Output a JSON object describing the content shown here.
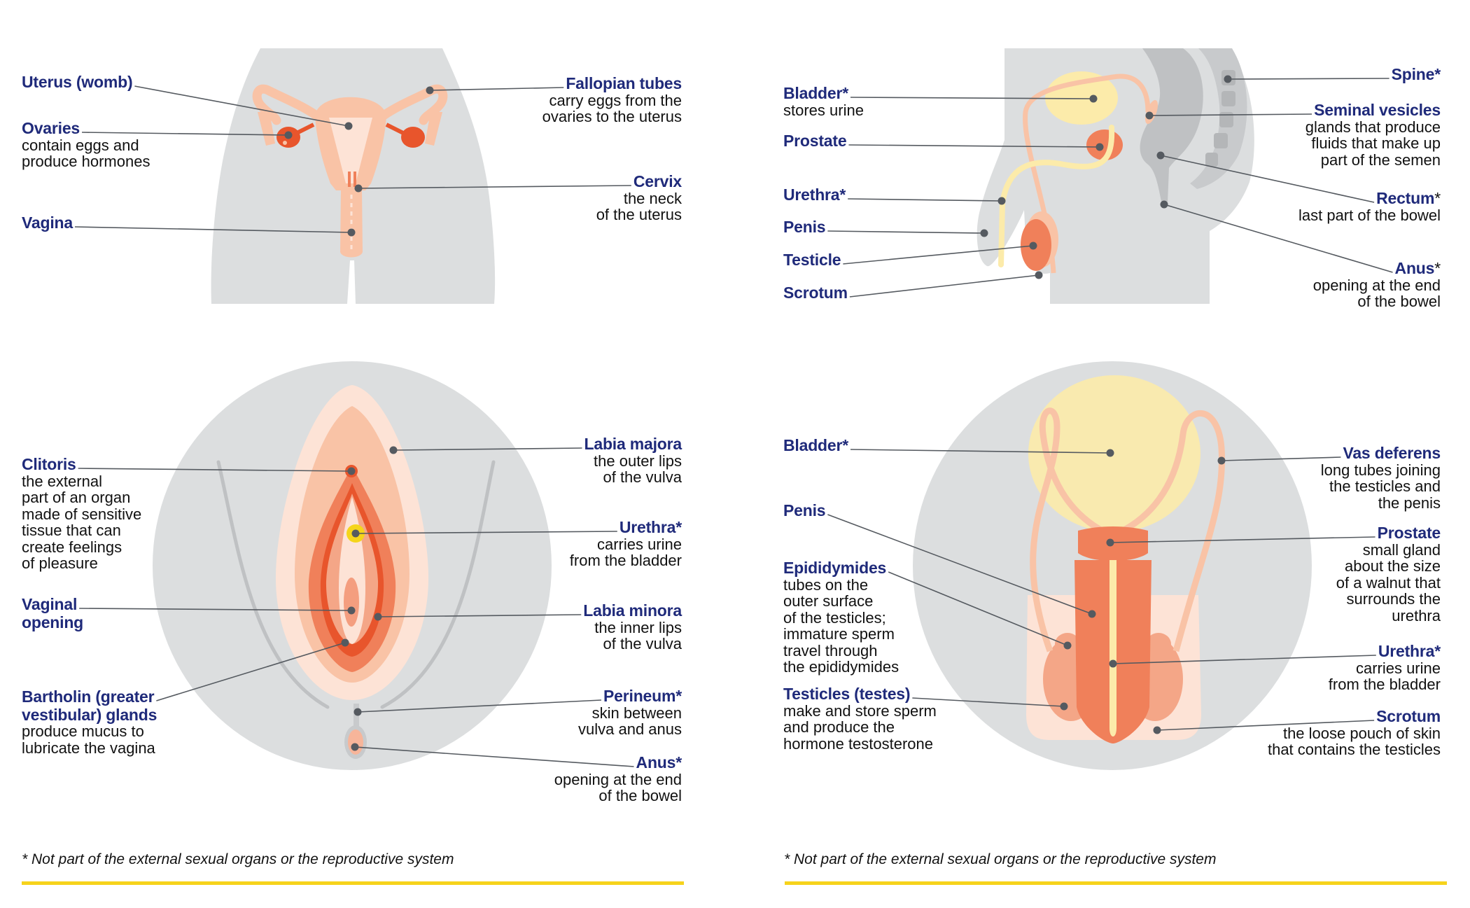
{
  "colors": {
    "title_blue": "#1f2a7a",
    "body_grey": "#dcdedf",
    "dark_grey": "#bfc1c3",
    "peach": "#f9c3a6",
    "light_peach": "#fde3d6",
    "orange": "#f0805a",
    "red_orange": "#e8552c",
    "yellow_bladder": "#fcebaa",
    "urethra_yellow": "#f5d51b",
    "accent_rule": "#f6d31c",
    "leader": "#555a60"
  },
  "panels": {
    "female_internal": {
      "labels": [
        {
          "id": "uterus",
          "title": "Uterus (womb)",
          "asterisk": "",
          "desc": []
        },
        {
          "id": "ovaries",
          "title": "Ovaries",
          "asterisk": "",
          "desc": [
            "contain eggs and",
            "produce hormones"
          ]
        },
        {
          "id": "vagina",
          "title": "Vagina",
          "asterisk": "",
          "desc": []
        },
        {
          "id": "fallopian",
          "title": "Fallopian tubes",
          "asterisk": "",
          "desc": [
            "carry eggs from the",
            "ovaries to the uterus"
          ]
        },
        {
          "id": "cervix",
          "title": "Cervix",
          "asterisk": "",
          "desc": [
            "the neck",
            "of the uterus"
          ]
        }
      ]
    },
    "male_internal": {
      "labels": [
        {
          "id": "bladder",
          "title": "Bladder",
          "asterisk": "*",
          "desc": [
            "stores urine"
          ]
        },
        {
          "id": "prostate",
          "title": "Prostate",
          "asterisk": "",
          "desc": []
        },
        {
          "id": "urethra",
          "title": "Urethra",
          "asterisk": "*",
          "desc": []
        },
        {
          "id": "penis",
          "title": "Penis",
          "asterisk": "",
          "desc": []
        },
        {
          "id": "testicle",
          "title": "Testicle",
          "asterisk": "",
          "desc": []
        },
        {
          "id": "scrotum",
          "title": "Scrotum",
          "asterisk": "",
          "desc": []
        },
        {
          "id": "spine",
          "title": "Spine",
          "asterisk": "*",
          "desc": []
        },
        {
          "id": "seminal",
          "title": "Seminal vesicles",
          "asterisk": "",
          "desc": [
            "glands that produce",
            "fluids that make up",
            "part of the semen"
          ]
        },
        {
          "id": "rectum",
          "title": "Rectum",
          "asterisk": "*",
          "desc": [
            "last part of the bowel"
          ]
        },
        {
          "id": "anus",
          "title": "Anus",
          "asterisk": "*",
          "desc": [
            "opening at the end",
            "of the bowel"
          ]
        }
      ]
    },
    "female_external": {
      "labels": [
        {
          "id": "clitoris",
          "title": "Clitoris",
          "asterisk": "",
          "desc": [
            "the external",
            "part of an organ",
            "made of sensitive",
            "tissue that can",
            "create feelings",
            "of pleasure"
          ]
        },
        {
          "id": "vaginal_opening",
          "title": "Vaginal",
          "title2": "opening",
          "asterisk": "",
          "desc": []
        },
        {
          "id": "bartholin",
          "title": "Bartholin (greater",
          "title2": "vestibular) glands",
          "asterisk": "",
          "desc": [
            "produce mucus to",
            "lubricate the vagina"
          ]
        },
        {
          "id": "labia_majora",
          "title": "Labia majora",
          "asterisk": "",
          "desc": [
            "the outer lips",
            "of the vulva"
          ]
        },
        {
          "id": "urethra",
          "title": "Urethra",
          "asterisk": "*",
          "desc": [
            "carries urine",
            "from the bladder"
          ]
        },
        {
          "id": "labia_minora",
          "title": "Labia minora",
          "asterisk": "",
          "desc": [
            "the inner lips",
            "of the vulva"
          ]
        },
        {
          "id": "perineum",
          "title": "Perineum",
          "asterisk": "*",
          "desc": [
            "skin between",
            "vulva and anus"
          ]
        },
        {
          "id": "anus",
          "title": "Anus",
          "asterisk": "*",
          "desc": [
            "opening at the end",
            "of the bowel"
          ]
        }
      ],
      "footnote": "* Not part of the external sexual organs or the reproductive system"
    },
    "male_external": {
      "labels": [
        {
          "id": "bladder",
          "title": "Bladder",
          "asterisk": "*",
          "desc": []
        },
        {
          "id": "penis",
          "title": "Penis",
          "asterisk": "",
          "desc": []
        },
        {
          "id": "epididymides",
          "title": "Epididymides",
          "asterisk": "",
          "desc": [
            "tubes on the",
            "outer surface",
            "of the testicles;",
            "immature sperm",
            "travel through",
            "the epididymides"
          ]
        },
        {
          "id": "testicles",
          "title": "Testicles (testes)",
          "asterisk": "",
          "desc": [
            "make and store sperm",
            "and produce the",
            "hormone testosterone"
          ]
        },
        {
          "id": "vas_deferens",
          "title": "Vas deferens",
          "asterisk": "",
          "desc": [
            "long tubes joining",
            "the testicles and",
            "the penis"
          ]
        },
        {
          "id": "prostate",
          "title": "Prostate",
          "asterisk": "",
          "desc": [
            "small gland",
            "about the size",
            "of a walnut that",
            "surrounds the",
            "urethra"
          ]
        },
        {
          "id": "urethra",
          "title": "Urethra",
          "asterisk": "*",
          "desc": [
            "carries urine",
            "from the bladder"
          ]
        },
        {
          "id": "scrotum",
          "title": "Scrotum",
          "asterisk": "",
          "desc": [
            "the loose pouch of skin",
            "that contains the testicles"
          ]
        }
      ],
      "footnote": "* Not part of the external sexual organs or the reproductive system"
    }
  }
}
